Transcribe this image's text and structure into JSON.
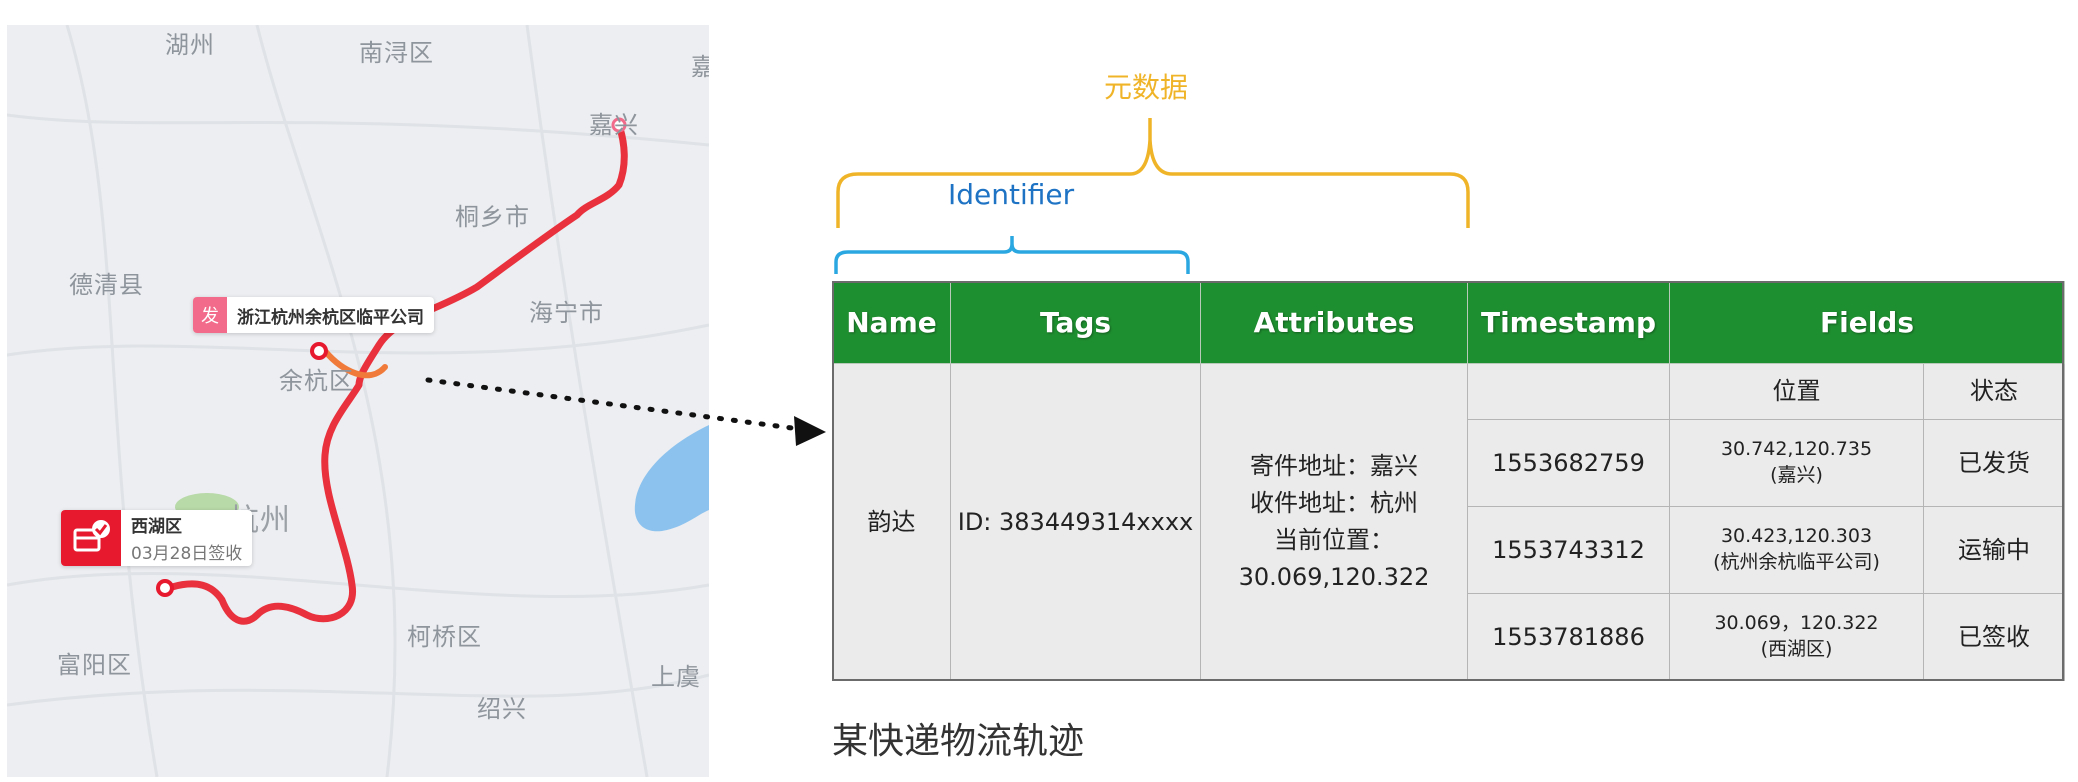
{
  "map": {
    "places": {
      "huzhou": "湖州",
      "nanxun": "南浔区",
      "jia_edge": "嘉",
      "jiaxing": "嘉兴",
      "tongxiang": "桐乡市",
      "deqing": "德清县",
      "haining": "海宁市",
      "yuhang": "余杭区",
      "hangzhou": "杭州",
      "keqiao": "柯桥区",
      "fuyang": "富阳区",
      "shangyu": "上虞",
      "shaoxing": "绍兴"
    },
    "origin_badge": "发",
    "origin_label": "浙江杭州余杭区临平公司",
    "dest_title": "西湖区",
    "dest_subtitle": "03月28日签收",
    "route_color": "#e8313d",
    "water_color": "#8cc2ee"
  },
  "braces": {
    "metadata_label": "元数据",
    "metadata_color": "#f0b429",
    "identifier_label": "Identifier",
    "identifier_color": "#2aa7e0"
  },
  "table": {
    "headers": [
      "Name",
      "Tags",
      "Attributes",
      "Timestamp",
      "Fields"
    ],
    "field_subheaders": [
      "位置",
      "状态"
    ],
    "name": "韵达",
    "tags": "ID: 383449314xxxx",
    "attributes": [
      "寄件地址：嘉兴",
      "收件地址：杭州",
      "当前位置：",
      "30.069,120.322"
    ],
    "rows": [
      {
        "timestamp": "1553682759",
        "location": "30.742,120.735",
        "location_note": "(嘉兴)",
        "status": "已发货"
      },
      {
        "timestamp": "1553743312",
        "location": "30.423,120.303",
        "location_note": "(杭州余杭临平公司)",
        "status": "运输中"
      },
      {
        "timestamp": "1553781886",
        "location": "30.069，120.322",
        "location_note": "(西湖区)",
        "status": "已签收"
      }
    ],
    "header_color": "#1e8f30"
  },
  "caption": "某快递物流轨迹"
}
